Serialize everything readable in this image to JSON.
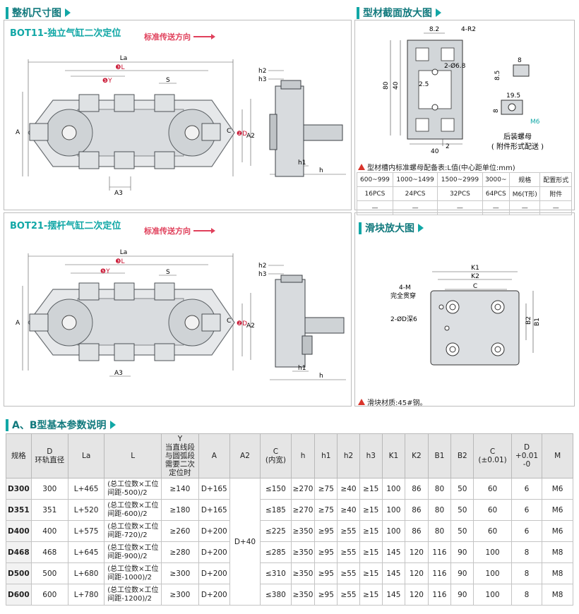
{
  "sections": {
    "dimension_title": "整机尺寸图",
    "profile_title": "型材截面放大图",
    "slider_title": "滑块放大图",
    "param_title": "A、B型基本参数说明"
  },
  "bot11": {
    "title": "BOT11-独立气缸二次定位",
    "direction": "标准传送方向"
  },
  "bot21": {
    "title": "BOT21-摆杆气缸二次定位",
    "direction": "标准传送方向"
  },
  "drawing_labels": {
    "La": "La",
    "L": "❸L",
    "Y": "❺Y",
    "S": "S",
    "A": "A",
    "A2": "A2",
    "C": "C",
    "D": "❷D",
    "A3": "A3",
    "h": "h",
    "h1": "h1",
    "h2": "h2",
    "h3": "h3"
  },
  "profile": {
    "w82": "8.2",
    "r2": "4-R2",
    "d68": "2-Ø6.8",
    "d25": "2.5",
    "w80": "80",
    "w40": "40",
    "w40b": "40",
    "w2": "2",
    "nut_w8": "8",
    "nut_h85": "8.5",
    "nut_w195": "19.5",
    "nut_h8": "8",
    "nut_m6": "M6",
    "nut_caption": "后装螺母",
    "nut_sub": "( 附件形式配送 )"
  },
  "screw_table": {
    "caption": "型材槽内标准螺母配备表:L值(中心距单位:mm)",
    "header": [
      "600~999",
      "1000~1499",
      "1500~2999",
      "3000~",
      "规格",
      "配置形式"
    ],
    "row1": [
      "16PCS",
      "24PCS",
      "32PCS",
      "64PCS",
      "M6(T形)",
      "附件"
    ],
    "row2": [
      "—",
      "—",
      "—",
      "—",
      "—",
      "—"
    ]
  },
  "slider": {
    "K1": "K1",
    "K2": "K2",
    "C": "C",
    "M": "4-M",
    "M2": "完全贯穿",
    "D": "2-ØD深6",
    "B1": "B1",
    "B2": "B2",
    "material": "滑块材质:45#钢。"
  },
  "param_table": {
    "headers": [
      "规格",
      "D\n环轨直径",
      "La",
      "L",
      "Y\n当直线段\n与圆弧段\n需要二次\n定位时",
      "A",
      "A2",
      "C\n(内宽)",
      "h",
      "h1",
      "h2",
      "h3",
      "K1",
      "K2",
      "B1",
      "B2",
      "C\n(±0.01)",
      "D\n+0.01\n-0",
      "M"
    ],
    "a2_merged": "D+40",
    "rows": [
      [
        "D300",
        "300",
        "L+465",
        "(总工位数×工位间距-500)/2",
        "≥140",
        "D+165",
        "≤150",
        "≥270",
        "≥75",
        "≥40",
        "≥15",
        "100",
        "86",
        "80",
        "50",
        "60",
        "6",
        "M6"
      ],
      [
        "D351",
        "351",
        "L+520",
        "(总工位数×工位间距-600)/2",
        "≥180",
        "D+165",
        "≤185",
        "≥270",
        "≥75",
        "≥40",
        "≥15",
        "100",
        "86",
        "80",
        "50",
        "60",
        "6",
        "M6"
      ],
      [
        "D400",
        "400",
        "L+575",
        "(总工位数×工位间距-720)/2",
        "≥260",
        "D+200",
        "≤225",
        "≥350",
        "≥95",
        "≥55",
        "≥15",
        "100",
        "86",
        "80",
        "50",
        "60",
        "6",
        "M6"
      ],
      [
        "D468",
        "468",
        "L+645",
        "(总工位数×工位间距-900)/2",
        "≥280",
        "D+200",
        "≤285",
        "≥350",
        "≥95",
        "≥55",
        "≥15",
        "145",
        "120",
        "116",
        "90",
        "100",
        "8",
        "M8"
      ],
      [
        "D500",
        "500",
        "L+680",
        "(总工位数×工位间距-1000)/2",
        "≥300",
        "D+200",
        "≤310",
        "≥350",
        "≥95",
        "≥55",
        "≥15",
        "145",
        "120",
        "116",
        "90",
        "100",
        "8",
        "M8"
      ],
      [
        "D600",
        "600",
        "L+780",
        "(总工位数×工位间距-1200)/2",
        "≥300",
        "D+200",
        "≤380",
        "≥350",
        "≥95",
        "≥55",
        "≥15",
        "145",
        "120",
        "116",
        "90",
        "100",
        "8",
        "M8"
      ]
    ]
  }
}
